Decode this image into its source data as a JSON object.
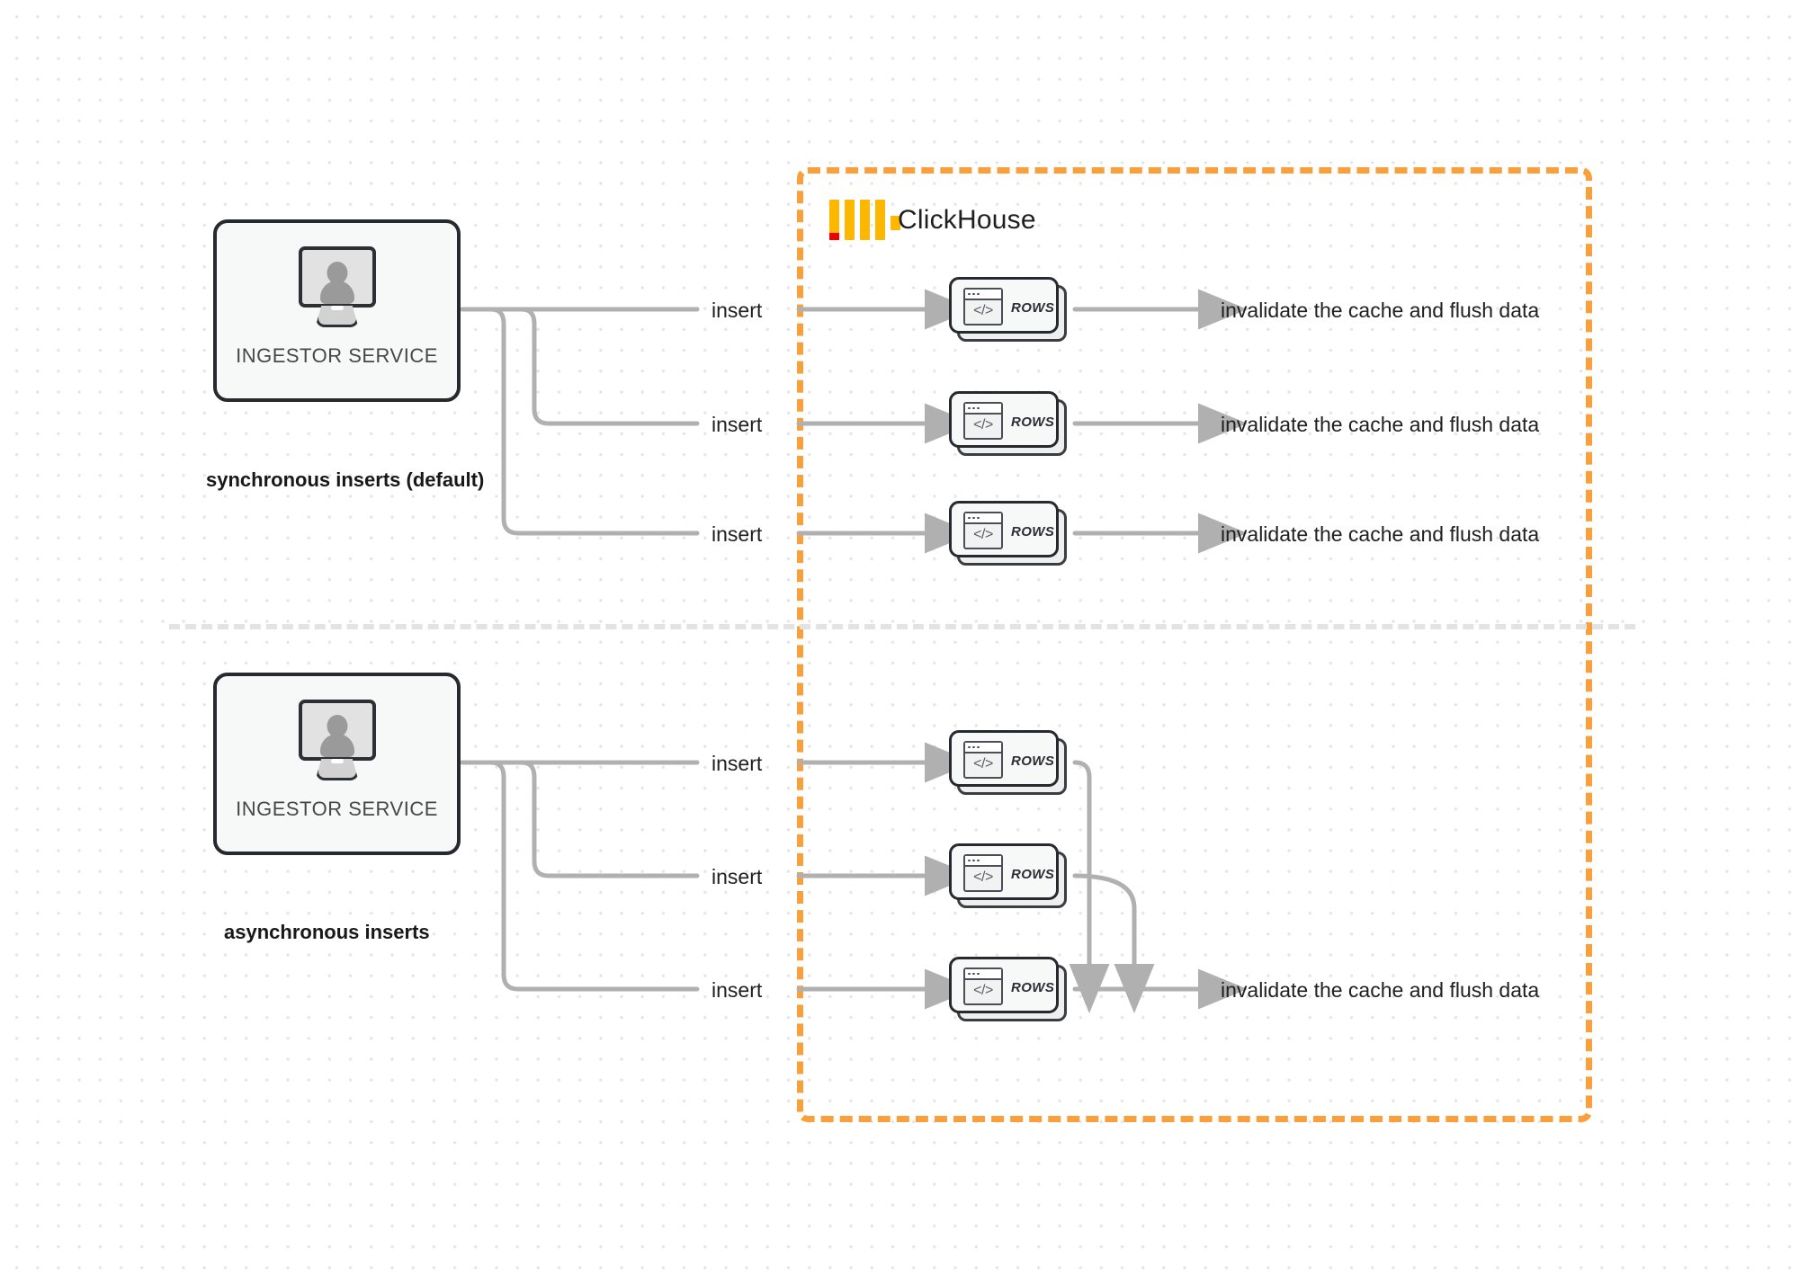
{
  "diagram": {
    "title": "ClickHouse synchronous vs asynchronous inserts",
    "colors": {
      "boundary": "#F9A03C",
      "logo_bar": "#FCB700",
      "logo_accent": "#F00000",
      "wire": "#b0b0b0",
      "node_border": "#26292e",
      "node_fill": "#f7f8f8",
      "text": "#1f1f1f",
      "divider": "#e3e3e3"
    }
  },
  "boundary": {
    "name": "ClickHouse",
    "logo_icon": "clickhouse-logo-icon"
  },
  "sections": [
    {
      "id": "synchronous",
      "caption": "synchronous inserts (default)",
      "source": {
        "label": "INGESTOR SERVICE",
        "icon": "monitor-user-icon"
      },
      "flows": [
        {
          "insert_label": "insert",
          "node_label": "ROWS",
          "node_icon": "code-window-icon",
          "result_label": "invalidate the cache and flush data"
        },
        {
          "insert_label": "insert",
          "node_label": "ROWS",
          "node_icon": "code-window-icon",
          "result_label": "invalidate the cache and flush data"
        },
        {
          "insert_label": "insert",
          "node_label": "ROWS",
          "node_icon": "code-window-icon",
          "result_label": "invalidate the cache and flush data"
        }
      ]
    },
    {
      "id": "asynchronous",
      "caption": "asynchronous inserts",
      "source": {
        "label": "INGESTOR SERVICE",
        "icon": "monitor-user-icon"
      },
      "flows": [
        {
          "insert_label": "insert",
          "node_label": "ROWS",
          "node_icon": "code-window-icon"
        },
        {
          "insert_label": "insert",
          "node_label": "ROWS",
          "node_icon": "code-window-icon"
        },
        {
          "insert_label": "insert",
          "node_label": "ROWS",
          "node_icon": "code-window-icon"
        }
      ],
      "merged_result_label": "invalidate the cache and flush data"
    }
  ]
}
